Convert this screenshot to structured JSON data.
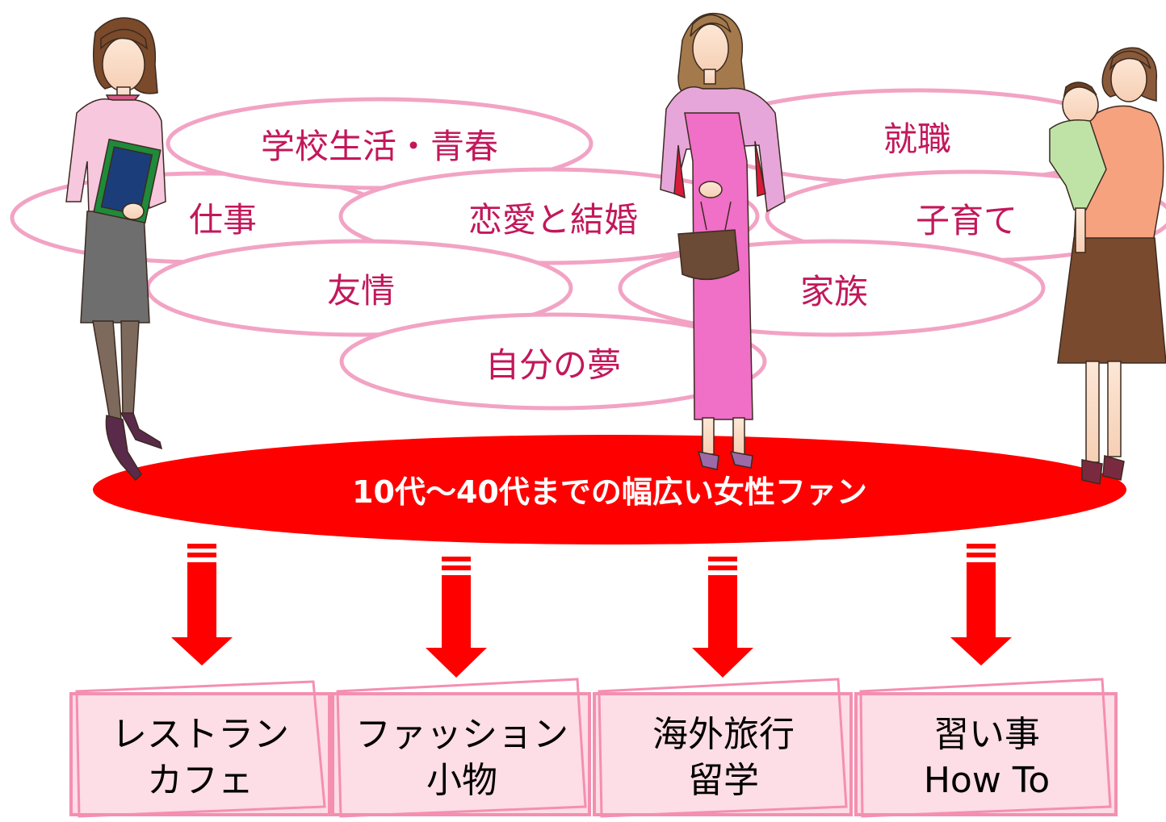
{
  "topics": {
    "school_life": "学校生活・青春",
    "work": "仕事",
    "love_marriage": "恋愛と結婚",
    "friendship": "友情",
    "own_dream": "自分の夢",
    "employment": "就職",
    "child_rearing": "子育て",
    "family": "家族"
  },
  "banner": {
    "text": "10代～40代までの幅広い女性ファン"
  },
  "categories": [
    {
      "line1": "レストラン",
      "line2": "カフェ"
    },
    {
      "line1": "ファッション",
      "line2": "小物"
    },
    {
      "line1": "海外旅行",
      "line2": "留学"
    },
    {
      "line1": "習い事",
      "line2": "How To"
    }
  ],
  "colors": {
    "accent_red": "#ff0000",
    "topic_text": "#c2185b",
    "cloud_outline": "#f2a3c4",
    "category_fill": "#fddde6",
    "category_border": "#f48fb1"
  }
}
